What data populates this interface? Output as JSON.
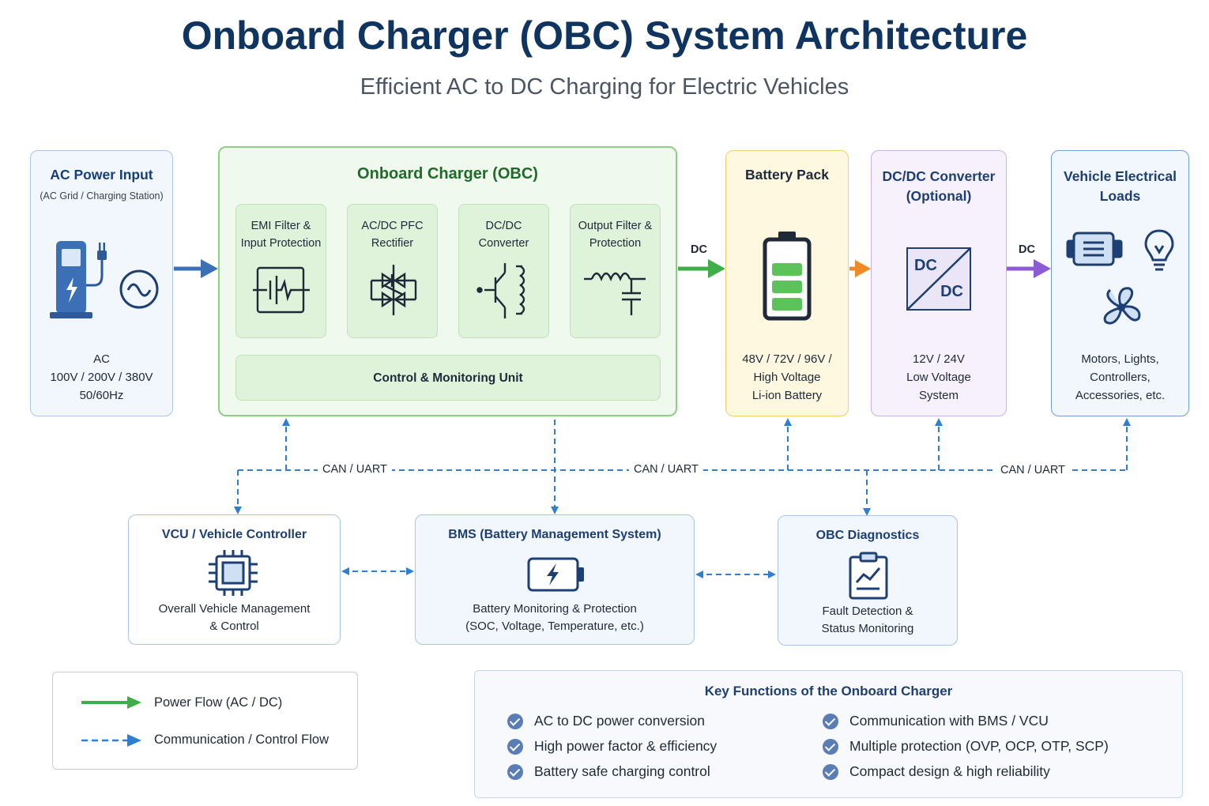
{
  "header": {
    "title": "Onboard Charger (OBC) System Architecture",
    "subtitle": "Efficient AC to DC Charging for Electric Vehicles"
  },
  "ac_input": {
    "title": "AC Power Input",
    "subtitle": "(AC Grid / Charging Station)",
    "specs": [
      "AC",
      "100V / 200V / 380V",
      "50/60Hz"
    ]
  },
  "obc": {
    "title": "Onboard Charger (OBC)",
    "stages": [
      {
        "label": [
          "EMI Filter &",
          "Input Protection"
        ],
        "icon": "emi-filter-icon"
      },
      {
        "label": [
          "AC/DC PFC",
          "Rectifier"
        ],
        "icon": "rectifier-icon"
      },
      {
        "label": [
          "DC/DC",
          "Converter"
        ],
        "icon": "transistor-transformer-icon"
      },
      {
        "label": [
          "Output Filter &",
          "Protection"
        ],
        "icon": "inductor-capacitor-icon"
      }
    ],
    "control_unit": "Control & Monitoring Unit"
  },
  "battery": {
    "title": "Battery Pack",
    "specs": [
      "48V / 72V / 96V /",
      "High Voltage",
      "Li-ion Battery"
    ]
  },
  "dcdc": {
    "title": [
      "DC/DC Converter",
      "(Optional)"
    ],
    "icon_top": "DC",
    "icon_bottom": "DC",
    "specs": [
      "12V / 24V",
      "Low Voltage",
      "System"
    ]
  },
  "loads": {
    "title": [
      "Vehicle Electrical",
      "Loads"
    ],
    "specs": [
      "Motors, Lights,",
      "Controllers,",
      "Accessories, etc."
    ]
  },
  "flow_labels": {
    "dc1": "DC",
    "dc2": "DC"
  },
  "can_labels": [
    "CAN / UART",
    "CAN / UART",
    "CAN / UART"
  ],
  "vcu": {
    "title": "VCU / Vehicle Controller",
    "desc": [
      "Overall Vehicle Management",
      "& Control"
    ]
  },
  "bms": {
    "title": "BMS (Battery Management System)",
    "desc": [
      "Battery Monitoring & Protection",
      "(SOC, Voltage, Temperature, etc.)"
    ]
  },
  "diag": {
    "title": "OBC Diagnostics",
    "desc": [
      "Fault Detection &",
      "Status Monitoring"
    ]
  },
  "legend": {
    "power": "Power Flow (AC / DC)",
    "comm": "Communication / Control Flow"
  },
  "key_functions": {
    "title": "Key Functions of the Onboard Charger",
    "left": [
      "AC to DC power conversion",
      "High power factor & efficiency",
      "Battery safe charging control"
    ],
    "right": [
      "Communication with BMS / VCU",
      "Multiple protection (OVP, OCP, OTP, SCP)",
      "Compact design & high reliability"
    ]
  },
  "colors": {
    "title": "#0f3460",
    "power_ac": "#3b6fb6",
    "power_dc": "#3fae4a",
    "battery_out": "#f08a24",
    "dcdc_out": "#8b5cd6",
    "comm": "#2f7fd0"
  }
}
